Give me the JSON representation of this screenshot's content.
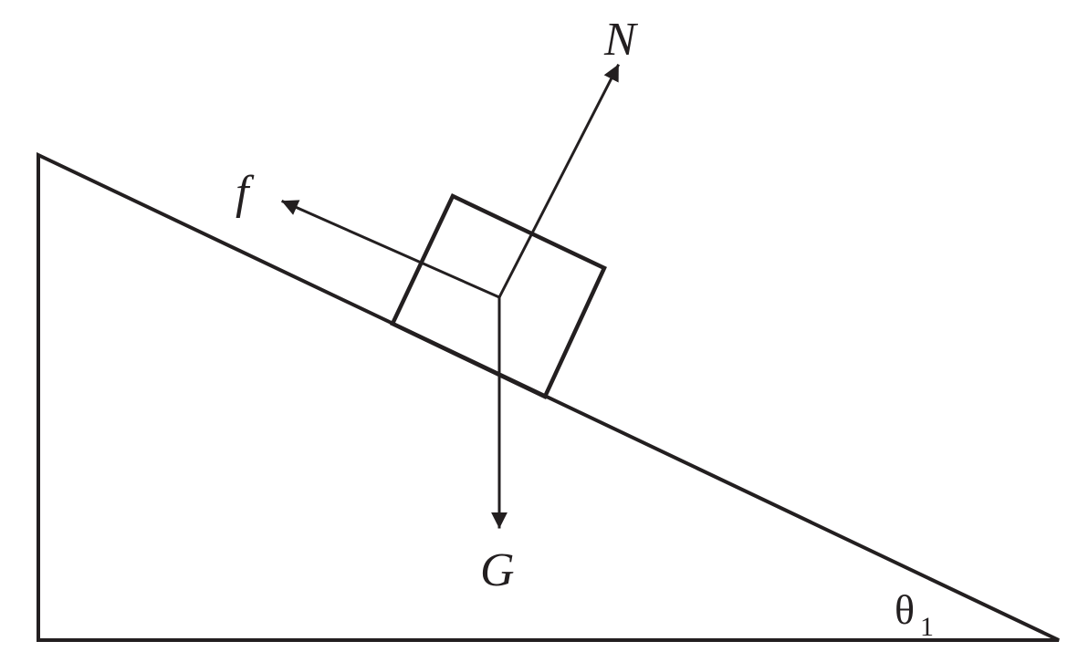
{
  "labels": {
    "normal_force": "N",
    "friction_force": "f",
    "gravity_force": "G",
    "angle_symbol": "θ",
    "angle_subscript": "1"
  },
  "colors": {
    "ink": "#231f20",
    "background": "#ffffff"
  }
}
